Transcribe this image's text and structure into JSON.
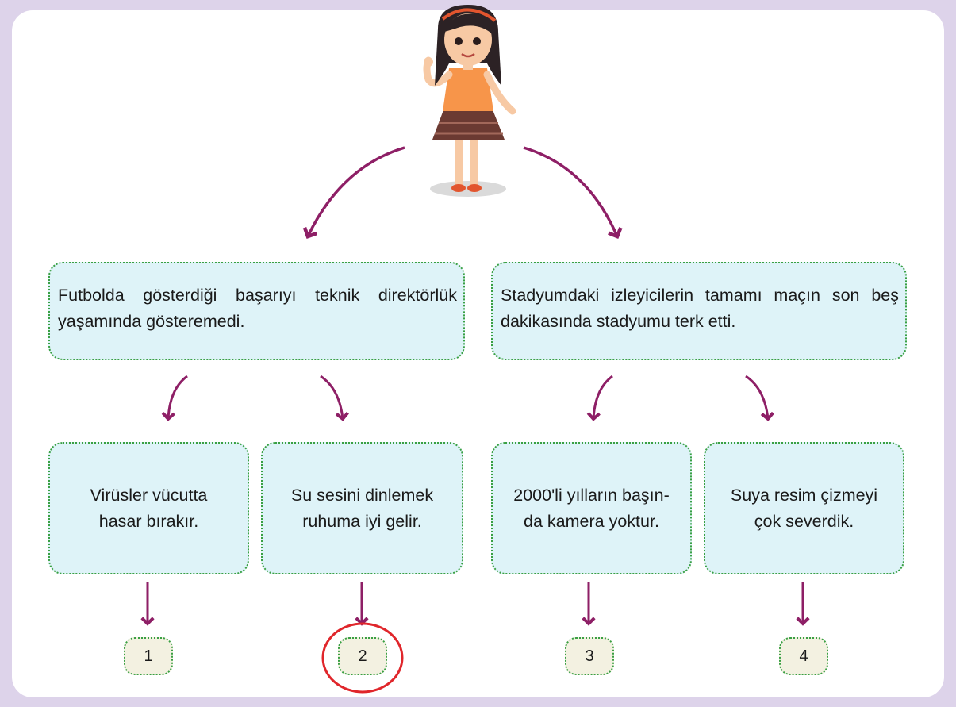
{
  "colors": {
    "frame": "#ddd3ea",
    "box_fill": "#def3f8",
    "box_border": "#3aa043",
    "number_fill": "#f3f1e1",
    "arrow": "#8e1f66",
    "circle": "#e0262b"
  },
  "top_boxes": [
    {
      "text": "Futbolda gösterdiği başarıyı teknik direktörlük yaşamında gösteremedi."
    },
    {
      "text": "Stadyumdaki izleyicilerin tamamı maçın son beş dakikasında stadyumu terk etti."
    }
  ],
  "leaf_boxes": [
    {
      "line1": "Virüsler vücutta",
      "line2": "hasar bırakır."
    },
    {
      "line1": "Su sesini dinlemek",
      "line2": "ruhuma iyi gelir."
    },
    {
      "line1": "2000'li yılların başın-",
      "line2": "da kamera yoktur."
    },
    {
      "line1": "Suya resim çizmeyi",
      "line2": "çok severdik."
    }
  ],
  "numbers": [
    "1",
    "2",
    "3",
    "4"
  ],
  "circled_number": "2",
  "icons": [
    "girl-illustration",
    "curved-arrow"
  ]
}
